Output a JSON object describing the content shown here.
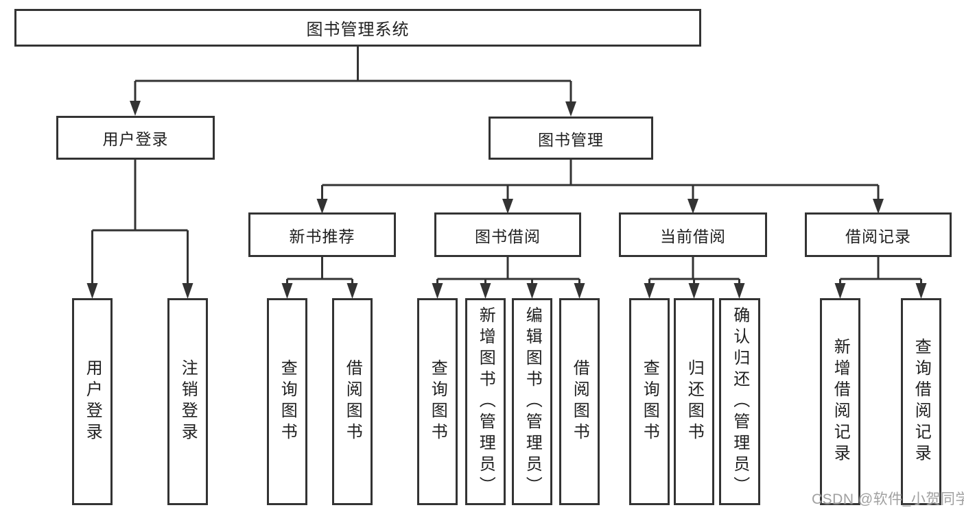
{
  "diagram_title": "图书管理系统",
  "watermark": "CSDN @软件_小贺同学",
  "colors": {
    "line": "#333333",
    "border": "#333333",
    "text": "#1f1f1f",
    "box_fill": "#ffffff",
    "background": "#ffffff",
    "watermark_text": "#9b9b9b"
  },
  "tree": {
    "root": {
      "label": "图书管理系统"
    },
    "branches": [
      {
        "label": "用户登录",
        "children": [
          {
            "label": "用户登录"
          },
          {
            "label": "注销登录"
          }
        ]
      },
      {
        "label": "图书管理",
        "children": [
          {
            "label": "新书推荐",
            "children": [
              {
                "label": "查询图书"
              },
              {
                "label": "借阅图书"
              }
            ]
          },
          {
            "label": "图书借阅",
            "children": [
              {
                "label": "查询图书"
              },
              {
                "label": "新增图书（管理员）"
              },
              {
                "label": "编辑图书（管理员）"
              },
              {
                "label": "借阅图书"
              }
            ]
          },
          {
            "label": "当前借阅",
            "children": [
              {
                "label": "查询图书"
              },
              {
                "label": "归还图书"
              },
              {
                "label": "确认归还（管理员）"
              }
            ]
          },
          {
            "label": "借阅记录",
            "children": [
              {
                "label": "新增借阅记录"
              },
              {
                "label": "查询借阅记录"
              }
            ]
          }
        ]
      }
    ]
  }
}
